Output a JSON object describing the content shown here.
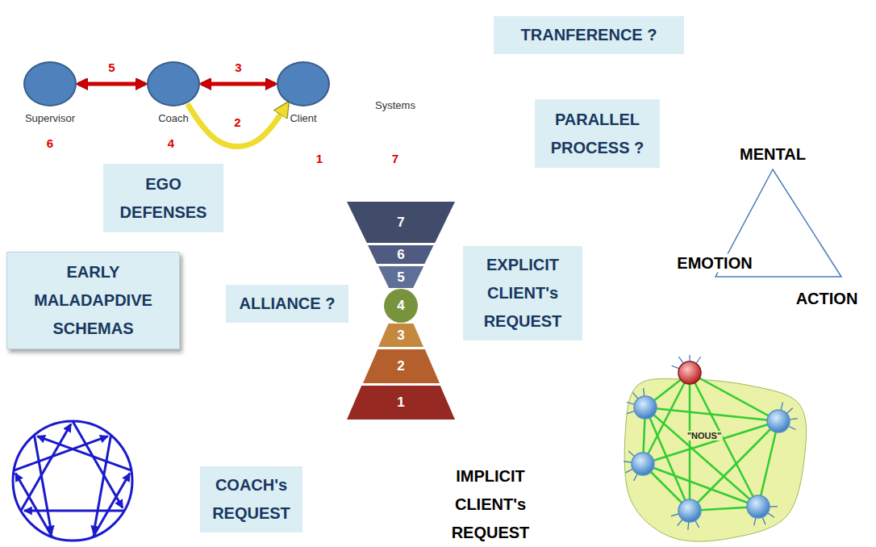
{
  "diagram": {
    "nodes": [
      {
        "text": [
          "Supervisor"
        ]
      },
      {
        "text": [
          "Coach"
        ]
      },
      {
        "text": [
          "Systems"
        ]
      },
      {
        "text": [
          "Client"
        ],
        "in": 2
      },
      {
        "text": [
          "TRANFERENCE ?"
        ]
      },
      {
        "text": [
          "PARALLEL PROCESS ?"
        ]
      },
      {
        "text": [
          "EGO DEFENSES"
        ]
      },
      {
        "text": [
          "7"
        ]
      },
      {
        "text": [
          "6"
        ]
      },
      {
        "text": [
          "5"
        ]
      },
      {
        "text": [
          "EARLY MALADAPDIVE SCHEMAS"
        ]
      },
      {
        "text": [
          "ALLIANCE ?"
        ]
      },
      {
        "text": [
          "4"
        ]
      },
      {
        "text": [
          "EXPLICIT CLIENT's REQUEST"
        ]
      },
      {
        "text": [
          "3"
        ]
      },
      {
        "text": [
          "2"
        ]
      },
      {
        "text": [
          "1"
        ]
      },
      {
        "text": [
          "COACH's REQUEST"
        ]
      },
      {
        "text": [
          "\"NOUS\""
        ]
      }
    ],
    "edges": [
      {
        "from": 0,
        "to": 1,
        "label": "5",
        "arrow": "both"
      },
      {
        "from": 1,
        "to": 3,
        "label": "3",
        "arrow": "both"
      },
      {
        "from": 1,
        "to": 3,
        "label": "2",
        "arrow": "to"
      }
    ],
    "labels": [
      "6",
      "4",
      "1",
      "7",
      "MENTAL",
      "EMOTION",
      "ACTION",
      "IMPLICIT CLIENT's REQUEST"
    ]
  }
}
